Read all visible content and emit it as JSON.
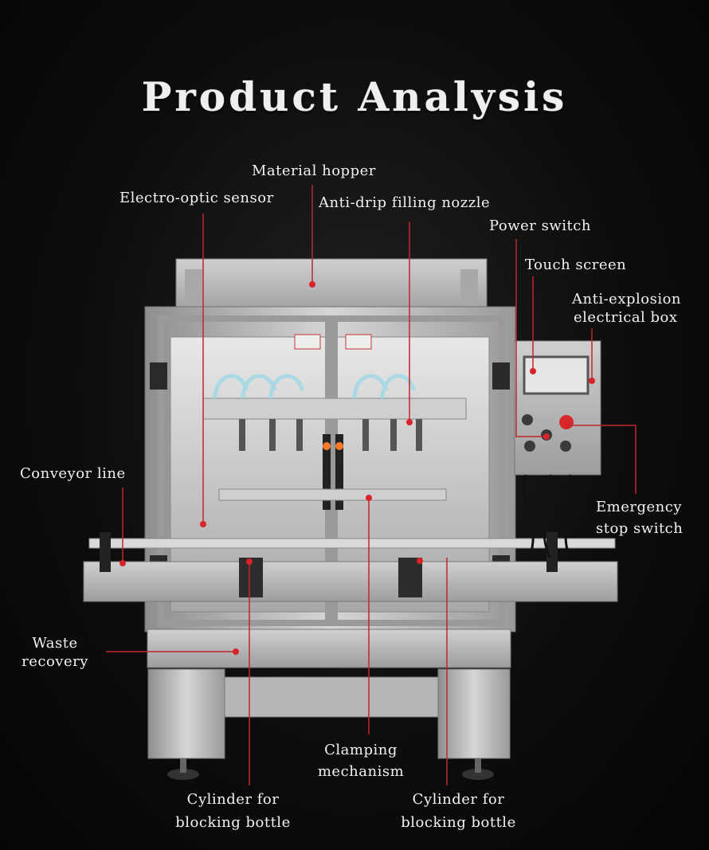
{
  "title": "Product Analysis",
  "labels": {
    "material_hopper": "Material hopper",
    "electro_optic_sensor": "Electro-optic sensor",
    "anti_drip_nozzle": "Anti-drip filling nozzle",
    "power_switch": "Power switch",
    "touch_screen": "Touch screen",
    "anti_explosion_line1": "Anti-explosion",
    "anti_explosion_line2": "electrical  box",
    "conveyor_line": "Conveyor line",
    "emergency_line1": "Emergency",
    "emergency_line2": "stop switch",
    "waste_line1": "Waste",
    "waste_line2": "recovery",
    "clamping_line1": "Clamping",
    "clamping_line2": "mechanism",
    "cylinder_left_line1": "Cylinder for",
    "cylinder_left_line2": "blocking bottle",
    "cylinder_right_line1": "Cylinder for",
    "cylinder_right_line2": "blocking bottle"
  },
  "colors": {
    "background": "#0d0d0d",
    "leader_line": "#c0262b",
    "marker": "#d8232a",
    "steel": "#bdbdbd",
    "text": "#f2f2f2"
  }
}
